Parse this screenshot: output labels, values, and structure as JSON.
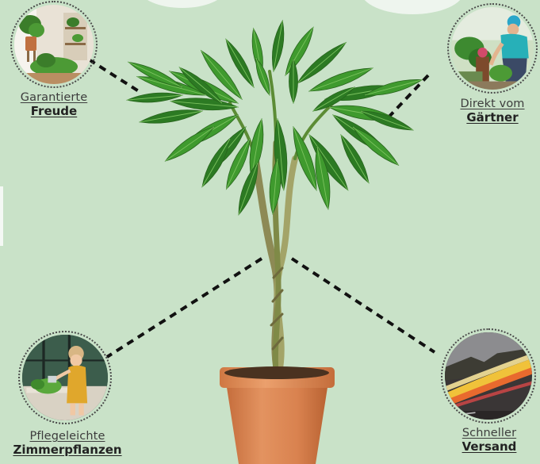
{
  "features": {
    "freude": {
      "line1": "Garantierte",
      "line2": "Freude"
    },
    "gaertner": {
      "line1": "Direkt vom",
      "line2": "Gärtner"
    },
    "pflege": {
      "line1": "Pflegeleichte",
      "line2": "Zimmerpflanzen"
    },
    "versand": {
      "line1": "Schneller",
      "line2": "Versand"
    }
  },
  "colors": {
    "background": "#c9e2c8",
    "leaf": "#3f9a2e",
    "leaf_dark": "#2c7a23",
    "pot": "#d9824f",
    "connector": "#111111"
  }
}
